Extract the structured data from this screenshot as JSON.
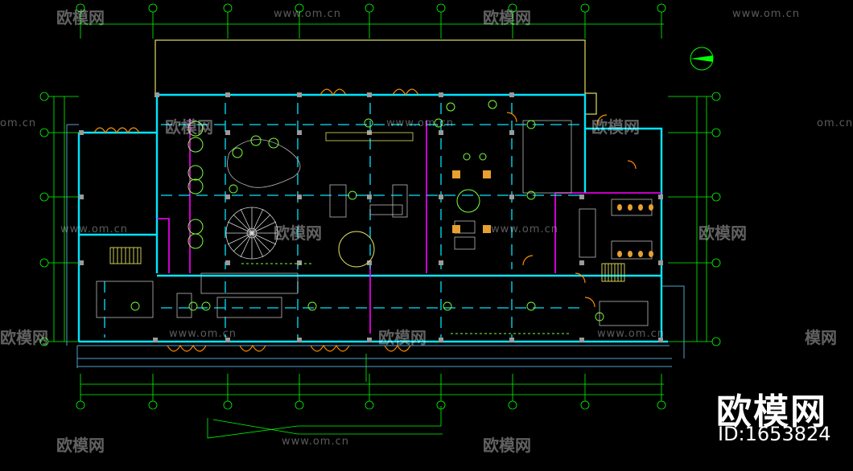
{
  "watermark": {
    "brand_text": "欧模网",
    "url_text": "www.om.cn",
    "url_partial": "om.cn",
    "brand_partial": "模网"
  },
  "stamp": {
    "title": "欧模网",
    "id": "ID:1653824"
  },
  "colors": {
    "background": "#000000",
    "grid": "#00ff00",
    "wall": "#00e5ff",
    "partition": "#ff00ff",
    "glass": "#e0e060",
    "furniture": "#b0b0b0",
    "door": "#ff8c00",
    "plant": "#7cff3a"
  },
  "icons": [
    "north-arrow-icon"
  ]
}
